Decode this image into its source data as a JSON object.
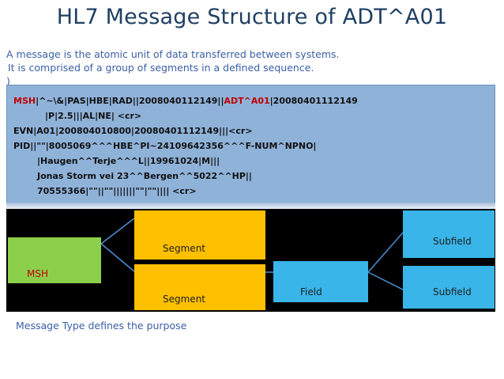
{
  "title": "HL7 Message Structure of ADT^A01",
  "intro": {
    "line1": "A message is the atomic unit of data transferred between systems.",
    "line2": "It is comprised of a group of segments in a defined sequence.",
    "line3": ")"
  },
  "message": {
    "line1_a": "MSH",
    "line1_b": "|^~\\&|PAS|HBE|RAD||2008040112149||",
    "line1_c": "ADT^A01",
    "line1_d": "|20080401112149",
    "line2": "|P|2.5|||AL|NE| <cr>",
    "line3": "EVN|A01|200804010800|20080401112149|||<cr>",
    "line4": "PID||\"\"|8005069^^^HBE^PI~24109642356^^^F-NUM^NPNO|",
    "line5": "|Haugen^^Terje^^^L||19961024|M|||",
    "line6": "Jonas Storm vei 23^^Bergen^^5022^^HP||",
    "line7": "70555366|\"\"||\"\"|||||||\"\"|\"\"|||| <cr>"
  },
  "diagram": {
    "msh_label": "MSH",
    "segment1_label": "Segment",
    "segment2_label": "Segment",
    "field_label": "Field",
    "subfield1_label": "Subfield",
    "subfield2_label": "Subfield",
    "colors": {
      "msh": "#8ccf4a",
      "segment": "#ffc000",
      "field": "#39b5e9",
      "connector": "#4a8fd0",
      "msh_text": "#c00000"
    }
  },
  "footnote": "Message Type defines the purpose"
}
